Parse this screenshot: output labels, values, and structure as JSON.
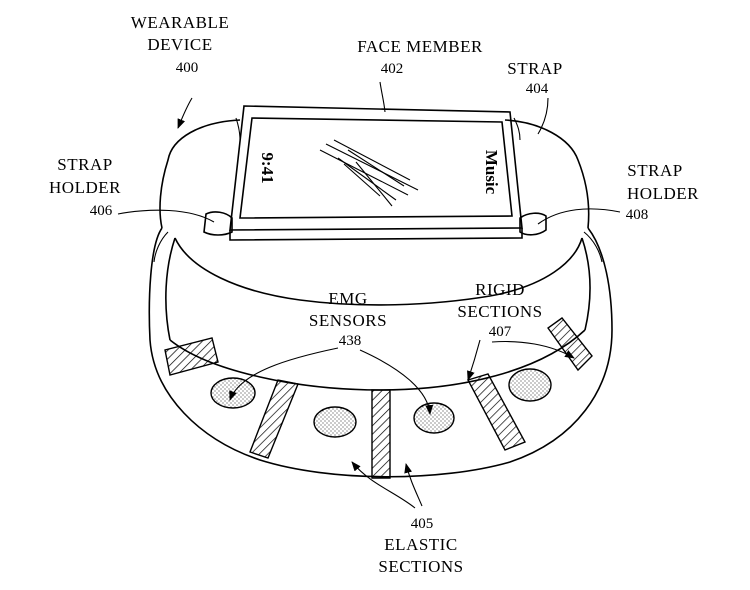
{
  "labels": {
    "wearable_device": {
      "line1": "WEARABLE",
      "line2": "DEVICE",
      "ref": "400"
    },
    "face_member": {
      "line1": "FACE MEMBER",
      "ref": "402"
    },
    "strap": {
      "line1": "STRAP",
      "ref": "404"
    },
    "strap_holder_left": {
      "line1": "STRAP",
      "line2": "HOLDER",
      "ref": "406"
    },
    "strap_holder_right": {
      "line1": "STRAP",
      "line2": "HOLDER",
      "ref": "408"
    },
    "rigid_sections": {
      "line1": "RIGID",
      "line2": "SECTIONS",
      "ref": "407"
    },
    "emg_sensors": {
      "line1": "EMG",
      "line2": "SENSORS",
      "ref": "438"
    },
    "elastic_sections": {
      "ref": "405",
      "line1": "ELASTIC",
      "line2": "SECTIONS"
    }
  },
  "screen": {
    "time": "9:41",
    "app": "Music"
  }
}
